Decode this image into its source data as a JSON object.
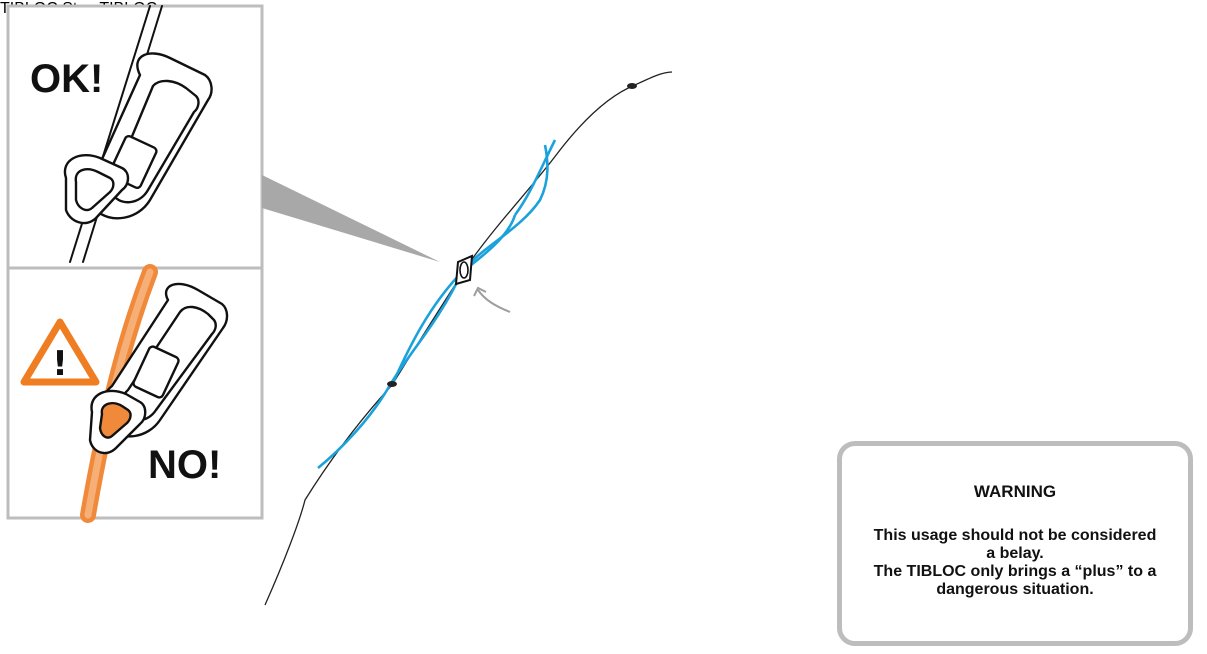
{
  "panels": {
    "ok_text": "OK!",
    "no_text": "NO!"
  },
  "scene_left": {
    "device_label": "TIBLOC"
  },
  "scene_right": {
    "device_label": "TIBLOC",
    "stop_text": "Stop"
  },
  "warning": {
    "title": "WARNING",
    "lines": [
      "This usage should not be considered",
      "a belay.",
      "The TIBLOC only brings a “plus” to a",
      "dangerous situation."
    ]
  },
  "colors": {
    "rope_blue": "#1ba2dc",
    "rope_orange": "#f08a3a",
    "warning_orange": "#ef7d22",
    "smile_green": "#6cbd45",
    "arrow_gray": "#9e9e9e",
    "border_gray": "#bdbdbd"
  },
  "icons": {
    "warning": "warning-triangle-icon",
    "smiley": "smiley-face-icon",
    "next": "play-arrow-icon"
  }
}
